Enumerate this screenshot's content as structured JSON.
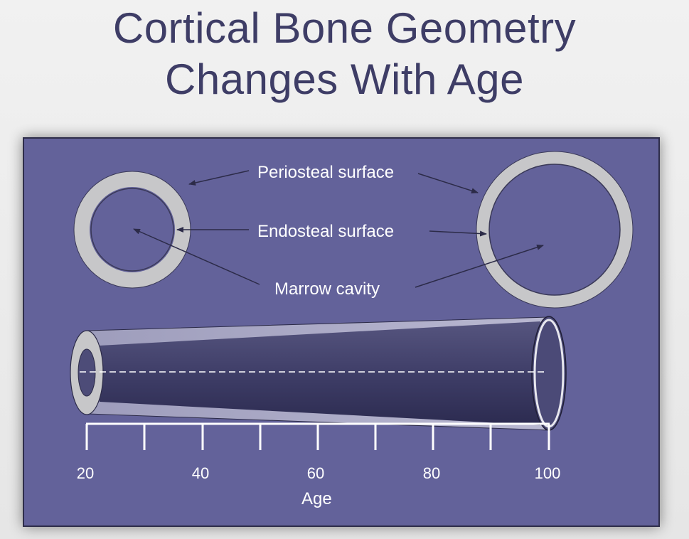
{
  "slide": {
    "title_line1": "Cortical Bone Geometry",
    "title_line2": "Changes With Age"
  },
  "labels": {
    "periosteal": "Periosteal surface",
    "endosteal": "Endosteal surface",
    "marrow": "Marrow cavity"
  },
  "axis": {
    "title": "Age",
    "tick_labels": [
      "20",
      "40",
      "60",
      "80",
      "100"
    ]
  },
  "colors": {
    "panel": "#63629a",
    "bone": "#c7c7c9",
    "title": "#3e3d66",
    "text": "#ffffff"
  }
}
